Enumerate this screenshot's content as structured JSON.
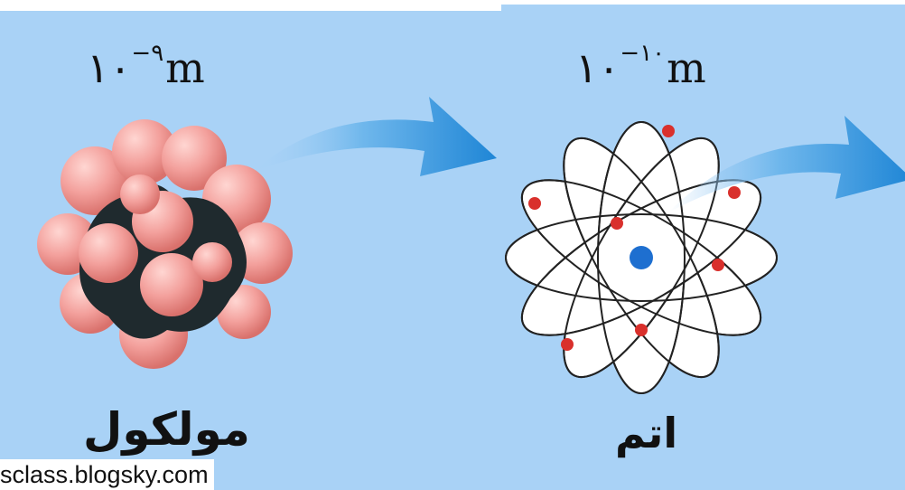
{
  "molecule": {
    "scale_base": "۱۰",
    "scale_exponent": "−۹",
    "scale_unit": "m",
    "label": "مولکول"
  },
  "atom": {
    "scale_base": "۱۰",
    "scale_exponent": "−۱۰",
    "scale_unit": "m",
    "label": "اتم"
  },
  "watermark": "sclass.blogsky.com",
  "colors": {
    "background": "#a9d2f6",
    "molecule_sphere": "#f3a09c",
    "molecule_core": "#1f2a2e",
    "arrow": "#2a8fd8",
    "electron": "#d9302c",
    "nucleus": "#1e6fd0"
  }
}
